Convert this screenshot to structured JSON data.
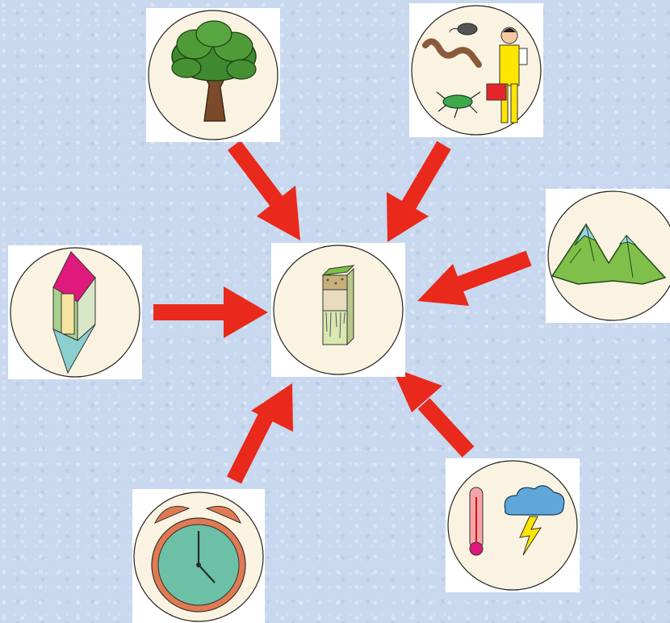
{
  "diagram": {
    "center": {
      "icon": "soil-profile-icon"
    },
    "factors": [
      {
        "id": "vegetation",
        "icon": "tree-icon"
      },
      {
        "id": "organisms",
        "icon": "organisms-icon"
      },
      {
        "id": "relief",
        "icon": "mountains-icon"
      },
      {
        "id": "parent-material",
        "icon": "crystal-icon"
      },
      {
        "id": "time",
        "icon": "alarm-clock-icon"
      },
      {
        "id": "climate",
        "icon": "weather-icon"
      }
    ],
    "colors": {
      "arrow": "#e8291c",
      "circle_fill": "#fbf3e2",
      "background": "#c8d8ee"
    }
  }
}
